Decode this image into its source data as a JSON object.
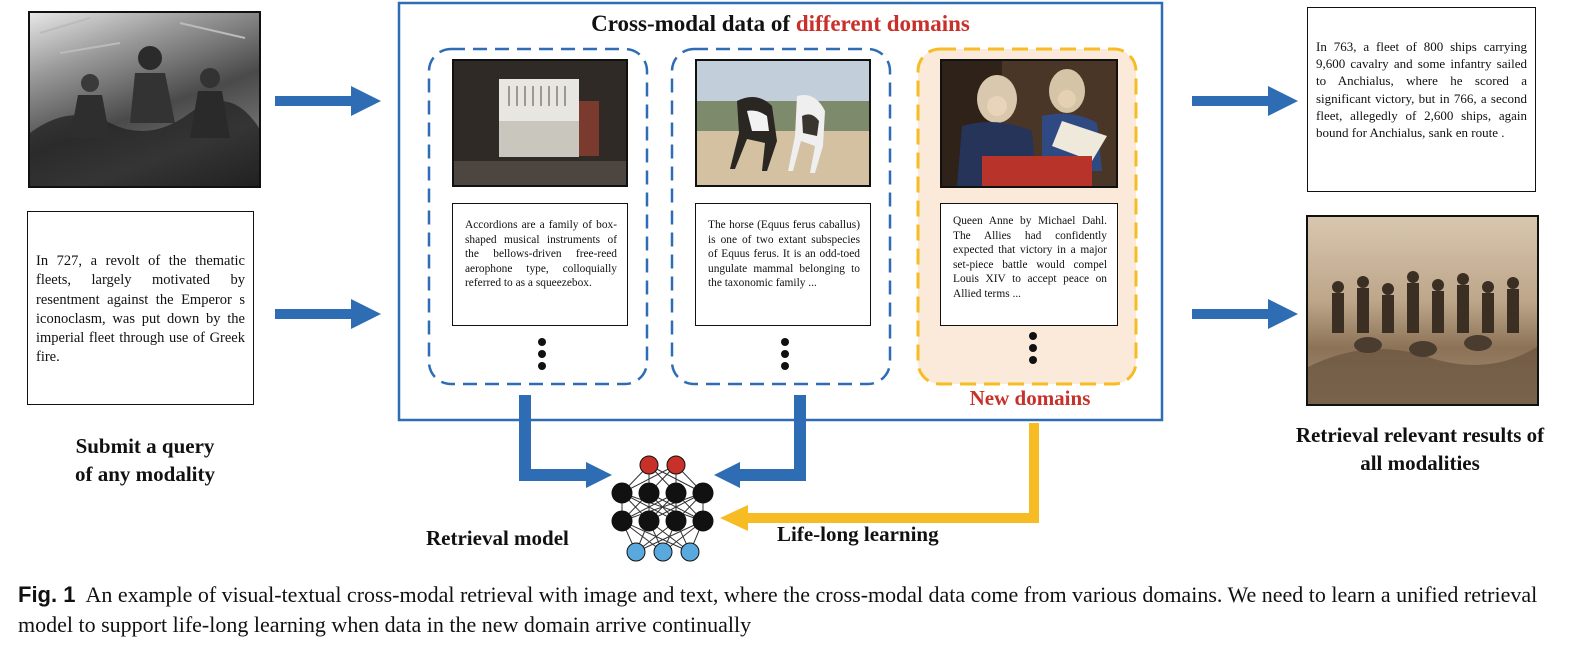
{
  "colors": {
    "blue": "#2e6db4",
    "yellow": "#f7bc23",
    "red": "#c8302a",
    "orange_fill": "#fbe9d9"
  },
  "panel": {
    "title_prefix": "Cross-modal data of ",
    "title_highlight": "different domains"
  },
  "query": {
    "text": "In 727, a revolt of the thematic fleets, largely motivated by resentment against the Emperor s iconoclasm, was put down by the imperial fleet through use of Greek fire.",
    "label_line1": "Submit a query",
    "label_line2": "of any modality"
  },
  "domains": [
    {
      "name": "accordion",
      "text": "Accordions are a family of box-shaped musical instruments of the bellows-driven free-reed aerophone type, colloquially referred to as a squeezebox."
    },
    {
      "name": "horse",
      "text": "The horse (Equus ferus caballus) is one of two extant subspecies of Equus ferus. It is an odd-toed ungulate mammal belonging to the taxonomic family ..."
    },
    {
      "name": "painting",
      "text": "Queen Anne by Michael Dahl. The Allies had confidently expected that victory in a major set-piece battle would compel Louis XIV to accept peace on Allied terms ..."
    }
  ],
  "new_domains_label": "New domains",
  "results": {
    "text": "In 763, a fleet of 800 ships carrying 9,600 cavalry and some infantry sailed to Anchialus, where he scored a significant victory, but in 766, a second fleet, allegedly of 2,600 ships, again bound for Anchialus, sank en route .",
    "label_line1": "Retrieval relevant results of",
    "label_line2": "all modalities"
  },
  "model_label": "Retrieval model",
  "lifelong_label": "Life-long learning",
  "caption": {
    "fig": "Fig. 1",
    "text": "An example of visual-textual cross-modal retrieval with image and text, where the cross-modal data come from various domains. We need to learn a unified retrieval model to support life-long learning when data in the new domain arrive continually"
  }
}
